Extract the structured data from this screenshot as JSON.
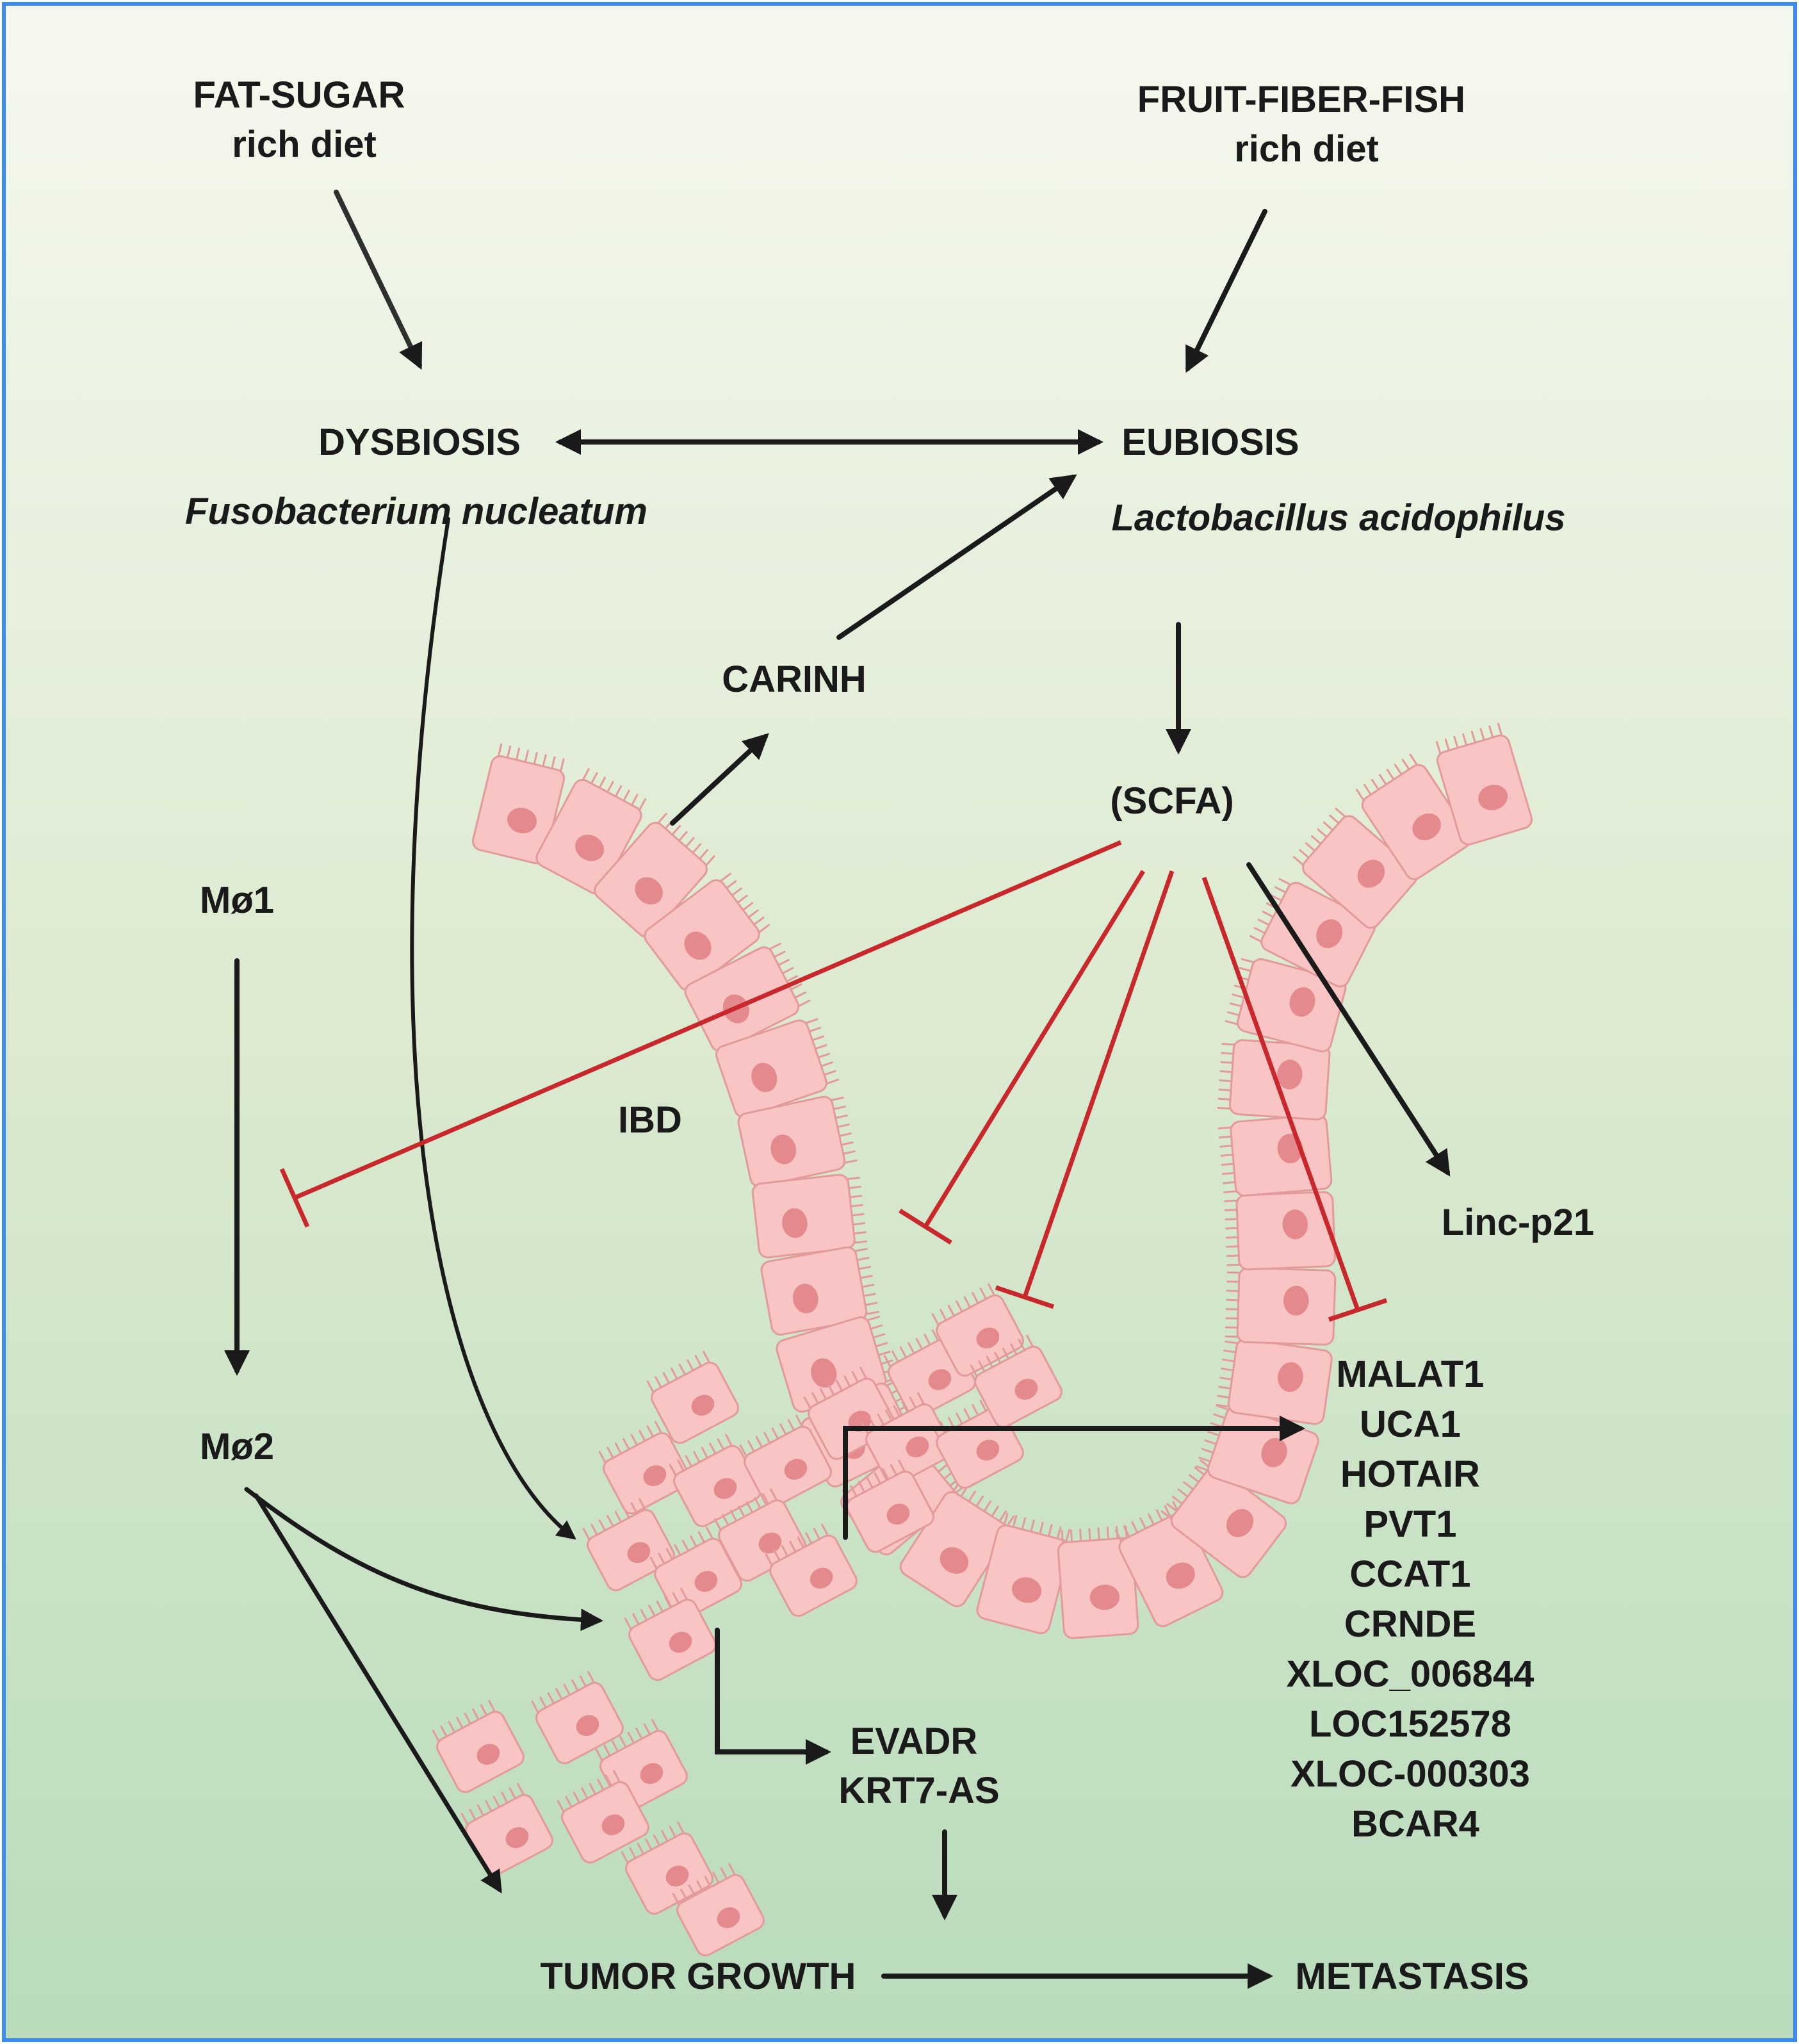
{
  "diagram": {
    "diet_fat_sugar": [
      "FAT-SUGAR",
      "rich diet"
    ],
    "diet_fruit_fiber_fish": [
      "FRUIT-FIBER-FISH",
      "rich diet"
    ],
    "dysbiosis": "DYSBIOSIS",
    "dysbiosis_species": "Fusobacterium nucleatum",
    "eubiosis": "EUBIOSIS",
    "eubiosis_species": "Lactobacillus acidophilus",
    "carinh": "CARINH",
    "scfa": "(SCFA)",
    "mo1": "Mø1",
    "mo2": "Mø2",
    "ibd": "IBD",
    "linc_p21": "Linc-p21",
    "lncrnas": [
      "MALAT1",
      "UCA1",
      "HOTAIR",
      "PVT1",
      "CCAT1",
      "CRNDE",
      "XLOC_006844",
      "LOC152578",
      "XLOC-000303",
      "BCAR4"
    ],
    "evadr": [
      "EVADR",
      "KRT7-AS"
    ],
    "tumor_growth": "TUMOR GROWTH",
    "metastasis": "METASTASIS"
  },
  "colors": {
    "background_top": "#f4f8ec",
    "background_bottom": "#bcdcbd",
    "border": "#3c8cf0",
    "cell_fill": "#f8c4c4",
    "cell_stroke": "#e39a9a",
    "nucleus": "#e48a8f",
    "activation_arrow": "#1a1a1a",
    "inhibition": "#c8282c"
  }
}
